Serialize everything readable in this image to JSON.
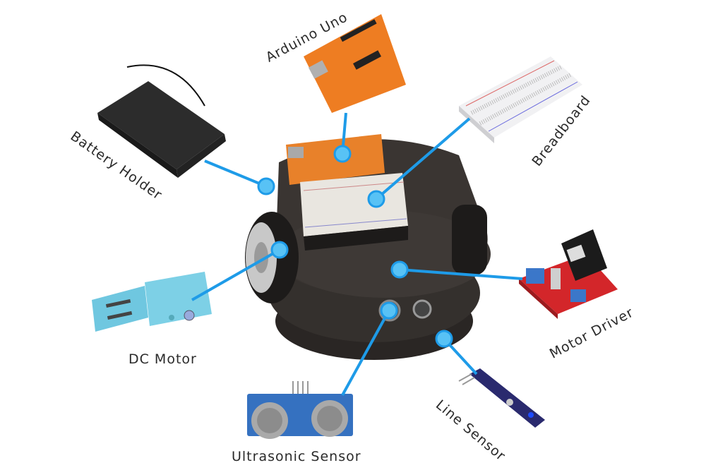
{
  "diagram": {
    "center": "Robot chassis",
    "accent_color": "#1e9be8",
    "dot_color": "#58c2f5",
    "components": [
      {
        "id": "arduino",
        "label": "Arduino Uno"
      },
      {
        "id": "breadboard",
        "label": "Breadboard"
      },
      {
        "id": "battery",
        "label": "Battery Holder"
      },
      {
        "id": "dcmotor",
        "label": "DC Motor"
      },
      {
        "id": "motordriver",
        "label": "Motor Driver"
      },
      {
        "id": "ultrasonic",
        "label": "Ultrasonic Sensor"
      },
      {
        "id": "linesensor",
        "label": "Line Sensor"
      }
    ]
  }
}
